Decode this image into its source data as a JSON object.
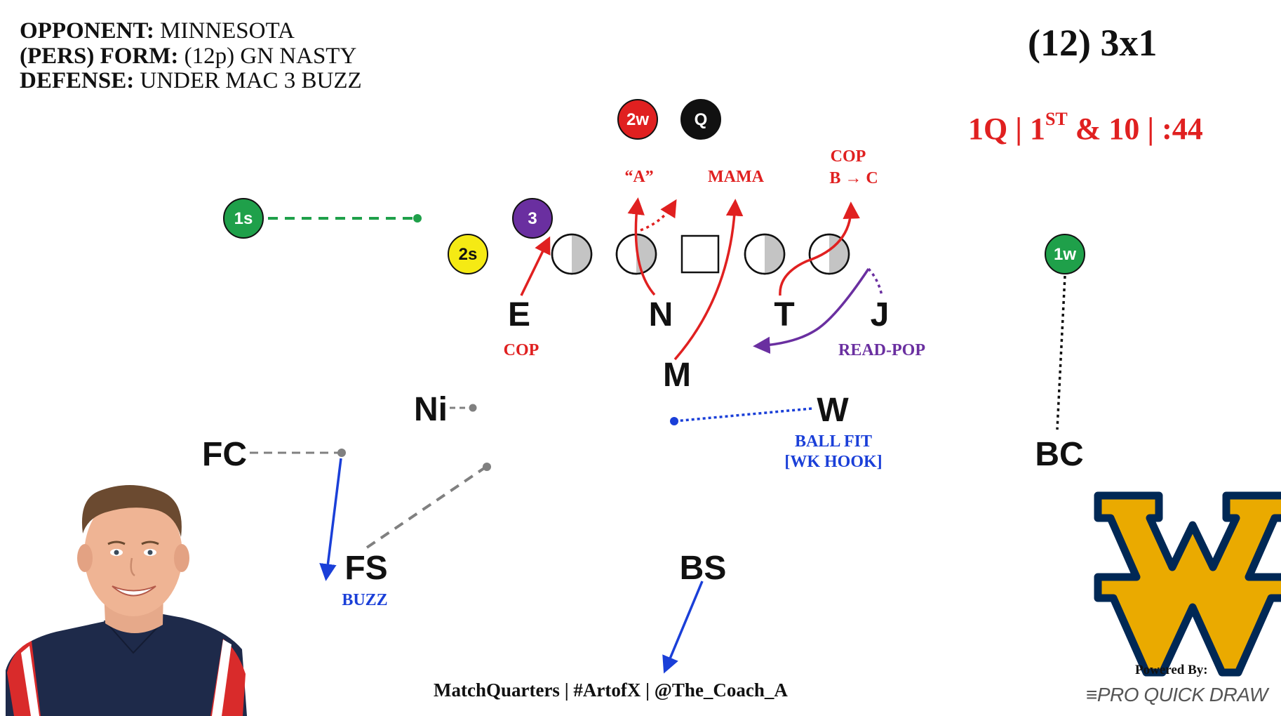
{
  "header": {
    "opponent_label": "OPPONENT:",
    "opponent_value": "MINNESOTA",
    "formation_label": "(PERS) FORM:",
    "formation_value": "(12p) GN NASTY",
    "defense_label": "DEFENSE:",
    "defense_value": "UNDER MAC 3 BUZZ"
  },
  "formation_title": "(12) 3x1",
  "situation": {
    "quarter": "1Q",
    "sep1": "|",
    "down_num": "1",
    "down_suffix": "ST",
    "distance": "& 10",
    "sep2": "|",
    "clock": ":44"
  },
  "offense": {
    "two_w": "2w",
    "qb": "Q",
    "one_s": "1s",
    "three": "3",
    "two_s": "2s",
    "one_w": "1w"
  },
  "defenders": {
    "e": "E",
    "n": "N",
    "t": "T",
    "j": "J",
    "m": "M",
    "ni": "Ni",
    "w": "W",
    "fc": "FC",
    "bc": "BC",
    "fs": "FS",
    "bs": "BS"
  },
  "notes": {
    "a_gap": "“A”",
    "mama": "MAMA",
    "cop_top": "COP",
    "b_to_c": "B → C",
    "cop_e": "COP",
    "read_pop": "READ-POP",
    "ball_fit": "BALL FIT",
    "wk_hook": "[WK HOOK]",
    "buzz": "BUZZ"
  },
  "footer": {
    "credit": "MatchQuarters | #ArtofX | @The_Coach_A",
    "powered_by": "Powered By:",
    "brand": "PRO QUICK DRAW"
  },
  "colors": {
    "red": "#e02020",
    "blue": "#1a3fd8",
    "purple": "#6a2fa0",
    "green": "#1fa04a",
    "yellow": "#f5ea14",
    "gray": "#808080",
    "wvu_gold": "#EAAA00",
    "wvu_navy": "#002855"
  }
}
